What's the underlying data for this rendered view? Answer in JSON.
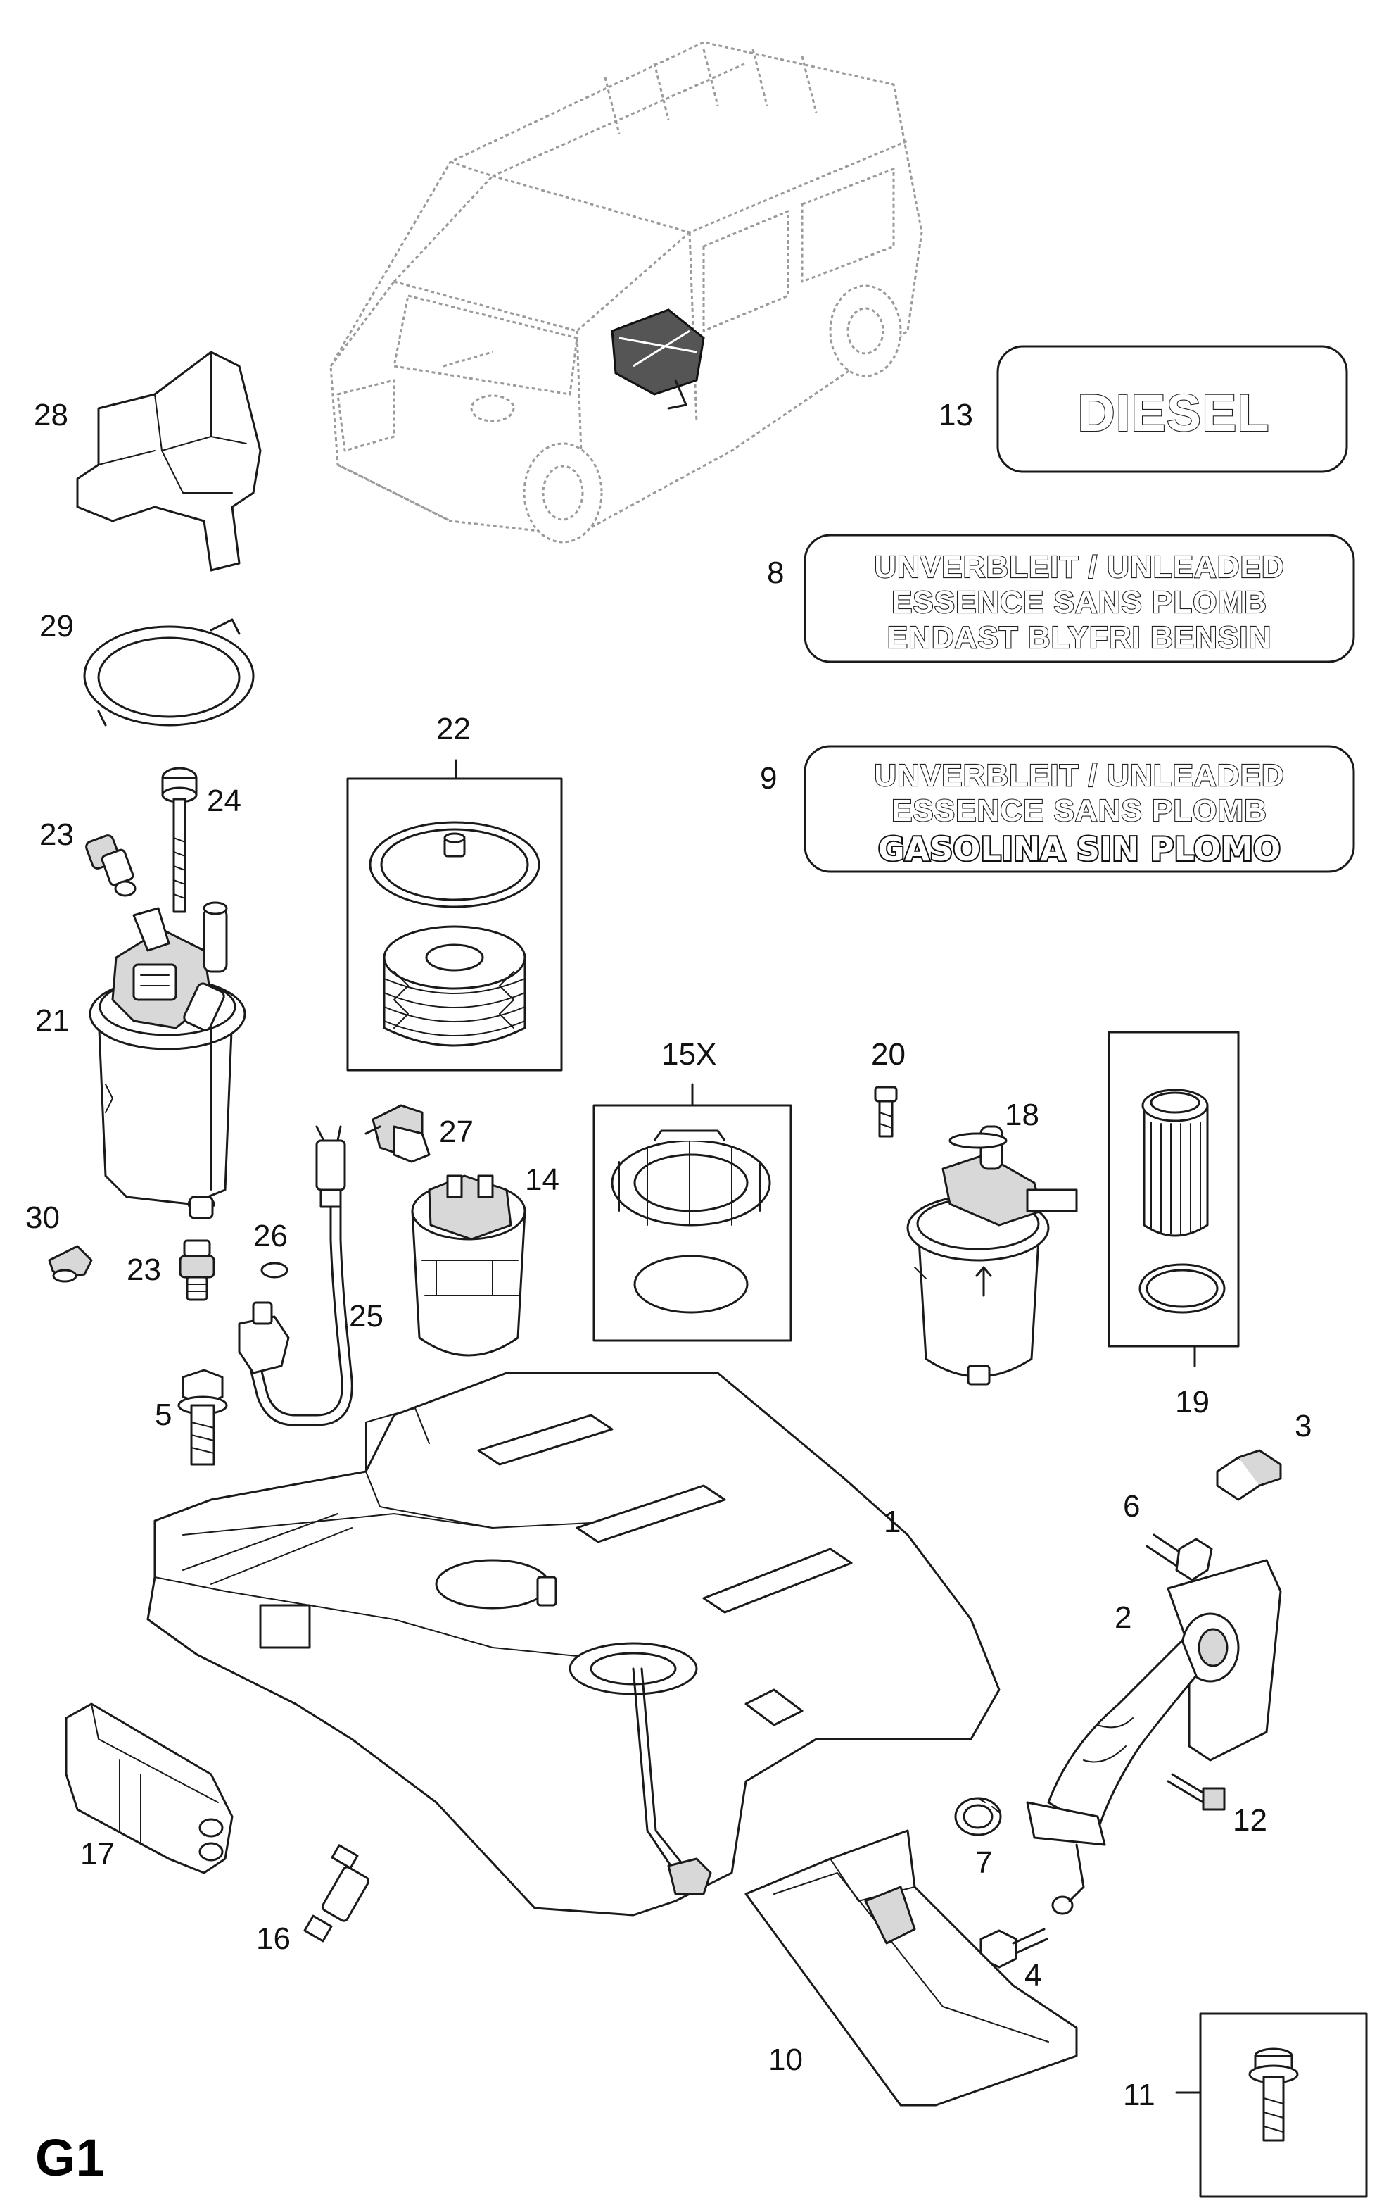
{
  "diagram": {
    "code": "G1"
  },
  "labels": {
    "diesel": "DIESEL",
    "unleaded_de_en": "UNVERBLEIT / UNLEADED",
    "unleaded_fr": "ESSENCE SANS PLOMB",
    "unleaded_sv": "ENDAST BLYFRI BENSIN",
    "unleaded_es": "GASOLINA SIN PLOMO"
  },
  "callouts": {
    "c1": "1",
    "c2": "2",
    "c3": "3",
    "c4": "4",
    "c5": "5",
    "c6": "6",
    "c7": "7",
    "c8": "8",
    "c9": "9",
    "c10": "10",
    "c11": "11",
    "c12": "12",
    "c13": "13",
    "c14": "14",
    "c15x": "15X",
    "c16": "16",
    "c17": "17",
    "c18": "18",
    "c19": "19",
    "c20": "20",
    "c21": "21",
    "c22": "22",
    "c23a": "23",
    "c23b": "23",
    "c24": "24",
    "c25": "25",
    "c26": "26",
    "c27": "27",
    "c28": "28",
    "c29": "29",
    "c30": "30"
  },
  "colors": {
    "line": "#1a1a1a",
    "van_outline": "#9a9a9a",
    "background": "#ffffff"
  }
}
